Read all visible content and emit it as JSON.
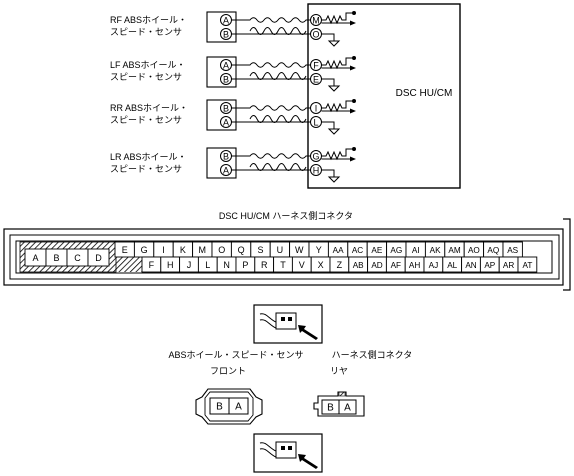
{
  "sensors": [
    {
      "label_line1": "RF ABSホイール・",
      "label_line2": "スピード・センサ",
      "pins": [
        "A",
        "B"
      ],
      "terminals": [
        "M",
        "O"
      ]
    },
    {
      "label_line1": "LF ABSホイール・",
      "label_line2": "スピード・センサ",
      "pins": [
        "A",
        "B"
      ],
      "terminals": [
        "F",
        "E"
      ]
    },
    {
      "label_line1": "RR ABSホイール・",
      "label_line2": "スピード・センサ",
      "pins": [
        "B",
        "A"
      ],
      "terminals": [
        "I",
        "L"
      ]
    },
    {
      "label_line1": "LR ABSホイール・",
      "label_line2": "スピード・センサ",
      "pins": [
        "B",
        "A"
      ],
      "terminals": [
        "G",
        "H"
      ]
    }
  ],
  "module_label": "DSC HU/CM",
  "harness_connector": {
    "title": "DSC HU/CM ハーネス側コネクタ",
    "left_block": [
      "A",
      "B",
      "C",
      "D"
    ],
    "top_row": [
      "E",
      "G",
      "I",
      "K",
      "M",
      "O",
      "Q",
      "S",
      "U",
      "W",
      "Y",
      "AA",
      "AC",
      "AE",
      "AG",
      "AI",
      "AK",
      "AM",
      "AO",
      "AQ",
      "AS"
    ],
    "bottom_row": [
      "F",
      "H",
      "J",
      "L",
      "N",
      "P",
      "R",
      "T",
      "V",
      "X",
      "Z",
      "AB",
      "AD",
      "AF",
      "AH",
      "AJ",
      "AL",
      "AN",
      "AP",
      "AR",
      "AT"
    ]
  },
  "sensor_connector": {
    "title": "ABSホイール・スピード・センサ　ハーネス側コネクタ",
    "front_label": "フロント",
    "rear_label": "リヤ",
    "front_pins": [
      "B",
      "A"
    ],
    "rear_pins": [
      "B",
      "A"
    ]
  }
}
